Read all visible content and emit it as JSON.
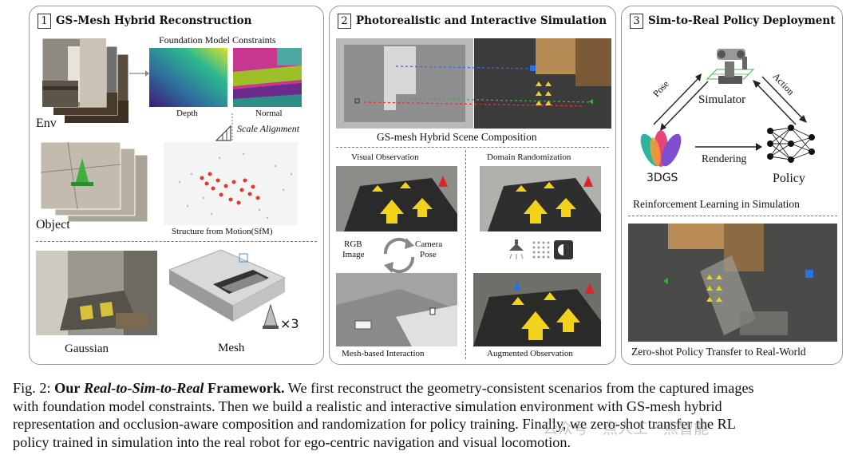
{
  "panel1": {
    "number": "1",
    "title": "GS-Mesh Hybrid Reconstruction",
    "foundation_label": "Foundation Model Constraints",
    "depth_label": "Depth",
    "normal_label": "Normal",
    "scale_label": "Scale Alignment",
    "env_label": "Env",
    "object_label": "Object",
    "sfm_label": "Structure from Motion(SfM)",
    "gaussian_label": "Gaussian",
    "mesh_label": "Mesh",
    "times_label": "×3"
  },
  "panel2": {
    "number": "2",
    "title": "Photorealistic and Interactive Simulation",
    "composition_label": "GS-mesh Hybrid Scene Composition",
    "visual_label": "Visual Observation",
    "domain_label": "Domain Randomization",
    "rgb_label_1": "RGB",
    "rgb_label_2": "Image",
    "camera_label_1": "Camera",
    "camera_label_2": "Pose",
    "mesh_interaction_label": "Mesh-based Interaction",
    "augmented_label": "Augmented Observation"
  },
  "panel3": {
    "number": "3",
    "title": "Sim-to-Real Policy Deployment",
    "simulator_label": "Simulator",
    "pose_label": "Pose",
    "action_label": "Action",
    "rendering_label": "Rendering",
    "gs_label": "3DGS",
    "policy_label": "Policy",
    "rl_label": "Reinforcement Learning in Simulation",
    "zeroshot_label": "Zero-shot Policy Transfer to Real-World"
  },
  "caption": {
    "fig": "Fig. 2:",
    "bold1": "Our",
    "italic": "Real-to-Sim-to-Real",
    "bold2": "Framework.",
    "line1_rest": "We first reconstruct the geometry-consistent scenarios from the captured images",
    "line2": "with foundation model constraints. Then we build a realistic and interactive simulation environment with GS-mesh hybrid",
    "line3": "representation and occlusion-aware composition and randomization for policy training. Finally, we zero-shot transfer the RL",
    "line4": "policy trained in simulation into the real robot for ego-centric navigation and visual locomotion."
  },
  "watermark": "公众号 · 点人工一点智能",
  "colors": {
    "panel_border": "#9a9a9a",
    "cone_green": "#3fae3a",
    "arrow_yellow": "#f2d21a",
    "gaussian_pink": "#e6457a",
    "gaussian_purple": "#7d4fd0",
    "gaussian_teal": "#2eb3a0"
  }
}
